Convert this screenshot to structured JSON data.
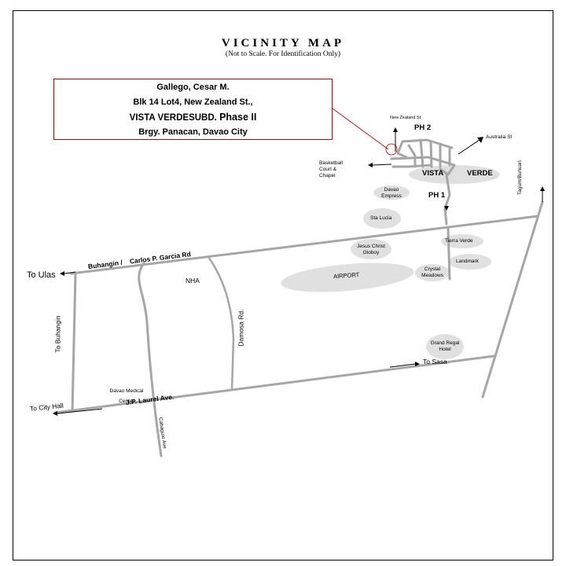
{
  "map": {
    "title": "VICINITY MAP",
    "subtitle": "(Not to Scale. For Identification Only)"
  },
  "address_box": {
    "name": "Gallego, Cesar M.",
    "lot": "Blk 14 Lot4, New Zealand St.,",
    "subdivision": "VISTA VERDESUBD.",
    "phase": "Phase II",
    "barangay": "Brgy. Panacan, Davao City"
  },
  "labels": {
    "new_zealand_st": "New Zealand St.",
    "ph2": "PH 2",
    "australia_st": "Australia St",
    "basketball_court": "Basketball Court & Chapel",
    "vista": "VISTA",
    "verde": "VERDE",
    "davao_empress": "Davao Empress",
    "ph1": "PH 1",
    "sta_lucia": "Sta Lucia",
    "tagum_buhuan": "Tagum/Buhuan",
    "tierra_verde": "Tierra Verde",
    "jesus_christ": "Jesus Christ Globoy",
    "landmark": "Landmark",
    "crystal_meadows": "Crystal Meadows",
    "airport": "AIRPORT",
    "buhangin_carlos": "Buhangin /    Carlos P. Garcia Rd",
    "to_ulas": "To Ulas",
    "to_buhangin": "To Buhangin",
    "nha": "NHA",
    "damosa_rd": "Damosa Rd.",
    "grand_regal": "Grand Regal Hotel",
    "to_sasa": "To Sasa",
    "davao_medical": "Davao Medical Center",
    "jp_laurel": "J.P. Laurel Ave.",
    "to_city_hall": "To City Hall",
    "cabaguio_ave": "Cabaguio Ave"
  },
  "colors": {
    "road": "#a6a6a6",
    "landmark_fill": "#e0e0e0",
    "box_border": "#c00000"
  }
}
